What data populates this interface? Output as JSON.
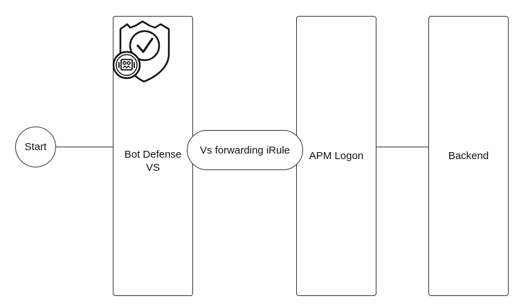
{
  "diagram": {
    "start": "Start",
    "bot_defense": "Bot Defense\nVS",
    "irule": "Vs forwarding iRule",
    "apm": "APM Logon",
    "backend": "Backend"
  },
  "icons": {
    "shield": "shield-check-icon",
    "bot": "bot-badge-icon"
  },
  "colors": {
    "stroke": "#333333",
    "background": "#ffffff"
  }
}
